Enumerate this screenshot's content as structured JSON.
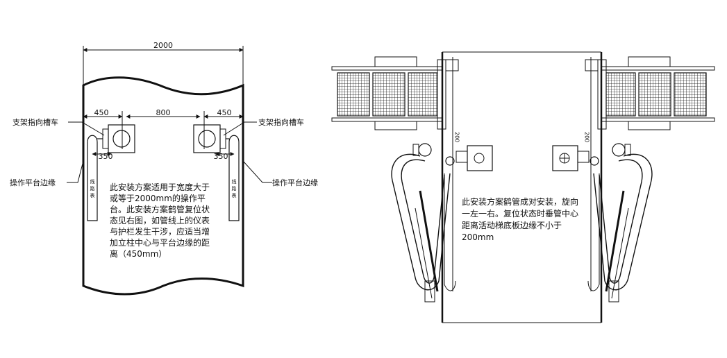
{
  "left_view": {
    "dim_overall": "2000",
    "dim_left_offset": "450",
    "dim_center_gap": "800",
    "dim_right_offset": "450",
    "dim_left_350": "350",
    "dim_right_350": "350",
    "label_support_left": "支架指向槽车",
    "label_support_right": "支架指向槽车",
    "label_edge_left": "操作平台边缘",
    "label_edge_right": "操作平台边缘",
    "pipe_text_left": "线路表",
    "pipe_text_right": "线路表",
    "note": "此安装方案适用于宽度大于或等于2000mm的操作平台。此安装方案鹤管复位状态见右图，如管线上的仪表与护栏发生干涉，应适当增加立柱中心与平台边缘的距离（450mm）"
  },
  "right_view": {
    "dim_left_200": "200",
    "dim_right_200": "200",
    "note": "此安装方案鹤管成对安装，旋向一左一右。复位状态时垂管中心距离活动梯底板边缘不小于200mm"
  },
  "colors": {
    "line": "#111111",
    "background": "#ffffff"
  }
}
